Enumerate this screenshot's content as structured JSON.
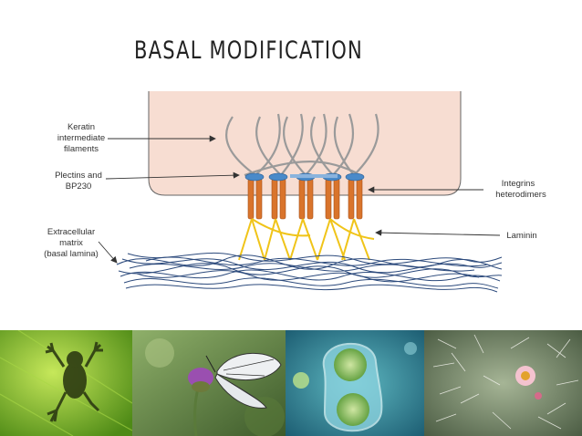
{
  "slide": {
    "title": "BASAL MODIFICATION"
  },
  "diagram": {
    "labels": {
      "keratin": [
        "Keratin",
        "intermediate",
        "filaments"
      ],
      "plectins": [
        "Plectins and",
        "BP230"
      ],
      "integrins": [
        "Integrins",
        "heterodimers"
      ],
      "laminin": "Laminin",
      "ecm": [
        "Extracellular",
        "matrix",
        "(basal lamina)"
      ]
    },
    "colors": {
      "cell": "#f7ddd2",
      "keratin": "#9a9a9a",
      "plectin": "#4a8ac9",
      "integrin": "#d9742c",
      "laminin": "#f0c419",
      "matrix": "#2c4a7c"
    }
  },
  "photos": [
    {
      "name": "frog-silhouette-on-leaf",
      "icon": "frog-icon"
    },
    {
      "name": "butterfly-on-thistle",
      "icon": "butterfly-icon"
    },
    {
      "name": "dividing-cell",
      "icon": "cell-icon"
    },
    {
      "name": "cactus-with-flower",
      "icon": "cactus-icon"
    }
  ]
}
